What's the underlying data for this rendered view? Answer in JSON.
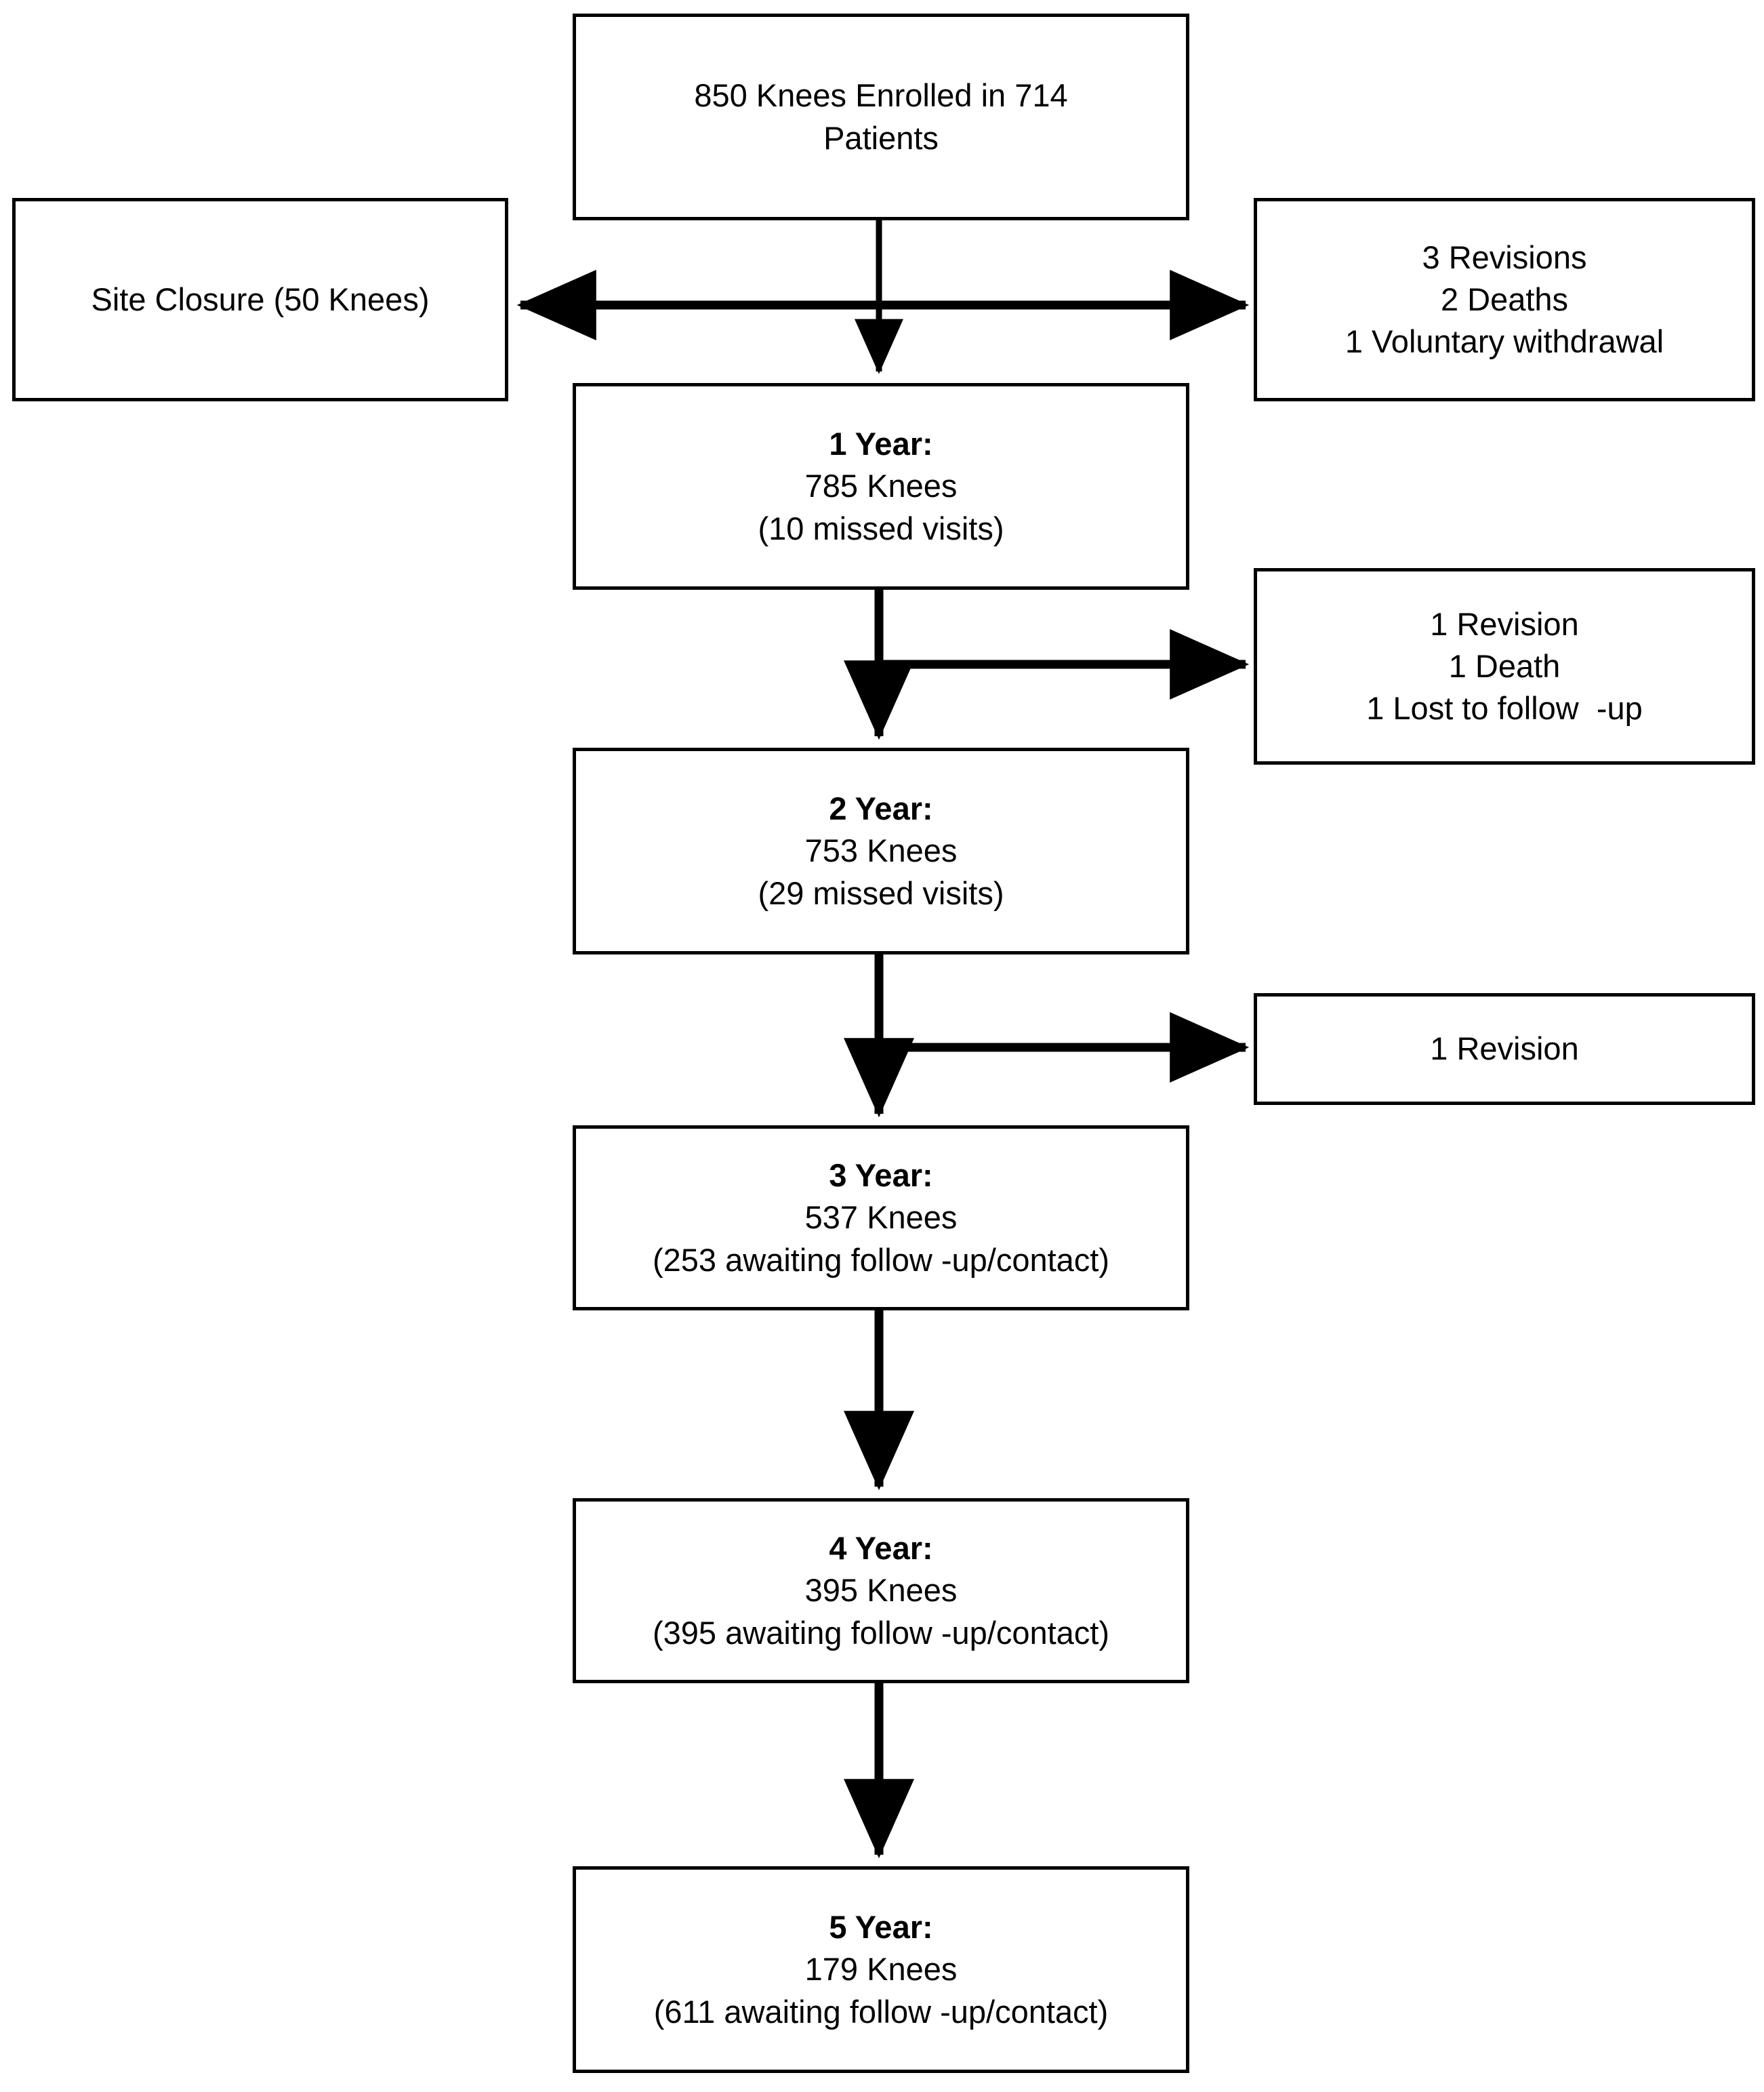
{
  "diagram": {
    "title": "Knee Study Follow-up Flow Diagram",
    "colors": {
      "stroke": "#000000",
      "fill": "#ffffff",
      "text": "#000000"
    },
    "nodes": {
      "enrolled": {
        "lines": [
          {
            "text": "850 Knees Enrolled in 714",
            "bold": false
          },
          {
            "text": "Patients",
            "bold": false
          }
        ]
      },
      "site_closure": {
        "lines": [
          {
            "text": "Site Closure (50 Knees)",
            "bold": false
          }
        ]
      },
      "early_attrition": {
        "lines": [
          {
            "text": "3 Revisions",
            "bold": false
          },
          {
            "text": "2 Deaths",
            "bold": false
          },
          {
            "text": "1 Voluntary withdrawal",
            "bold": false
          }
        ]
      },
      "year1": {
        "lines": [
          {
            "text": "1 Year:",
            "bold": true
          },
          {
            "text": "785 Knees",
            "bold": false
          },
          {
            "text": "(10 missed visits)",
            "bold": false
          }
        ]
      },
      "loss_year1_to_year2": {
        "lines": [
          {
            "text": "1 Revision",
            "bold": false
          },
          {
            "text": "1 Death",
            "bold": false
          },
          {
            "text": "1 Lost to follow  -up",
            "bold": false
          }
        ]
      },
      "year2": {
        "lines": [
          {
            "text": "2 Year:",
            "bold": true
          },
          {
            "text": "753 Knees",
            "bold": false
          },
          {
            "text": "(29 missed visits)",
            "bold": false
          }
        ]
      },
      "loss_year2_to_year3": {
        "lines": [
          {
            "text": "1 Revision",
            "bold": false
          }
        ]
      },
      "year3": {
        "lines": [
          {
            "text": "3 Year:",
            "bold": true
          },
          {
            "text": "537 Knees",
            "bold": false
          },
          {
            "text": "(253 awaiting follow -up/contact)",
            "bold": false
          }
        ]
      },
      "year4": {
        "lines": [
          {
            "text": "4 Year:",
            "bold": true
          },
          {
            "text": "395 Knees",
            "bold": false
          },
          {
            "text": "(395 awaiting follow -up/contact)",
            "bold": false
          }
        ]
      },
      "year5": {
        "lines": [
          {
            "text": "5 Year:",
            "bold": true
          },
          {
            "text": "179 Knees",
            "bold": false
          },
          {
            "text": "(611 awaiting follow -up/contact)",
            "bold": false
          }
        ]
      }
    },
    "edges": [
      {
        "name": "enrolled-to-year1",
        "style": "arrow-down"
      },
      {
        "name": "enrolled-split-to-site-closure-and-early-attrition",
        "style": "double-headed-horizontal"
      },
      {
        "name": "year1-to-year2",
        "style": "arrow-down"
      },
      {
        "name": "year1-branch-to-loss",
        "style": "arrow-right"
      },
      {
        "name": "year2-to-year3",
        "style": "arrow-down"
      },
      {
        "name": "year2-branch-to-loss",
        "style": "arrow-right"
      },
      {
        "name": "year3-to-year4",
        "style": "arrow-down"
      },
      {
        "name": "year4-to-year5",
        "style": "arrow-down"
      }
    ]
  }
}
